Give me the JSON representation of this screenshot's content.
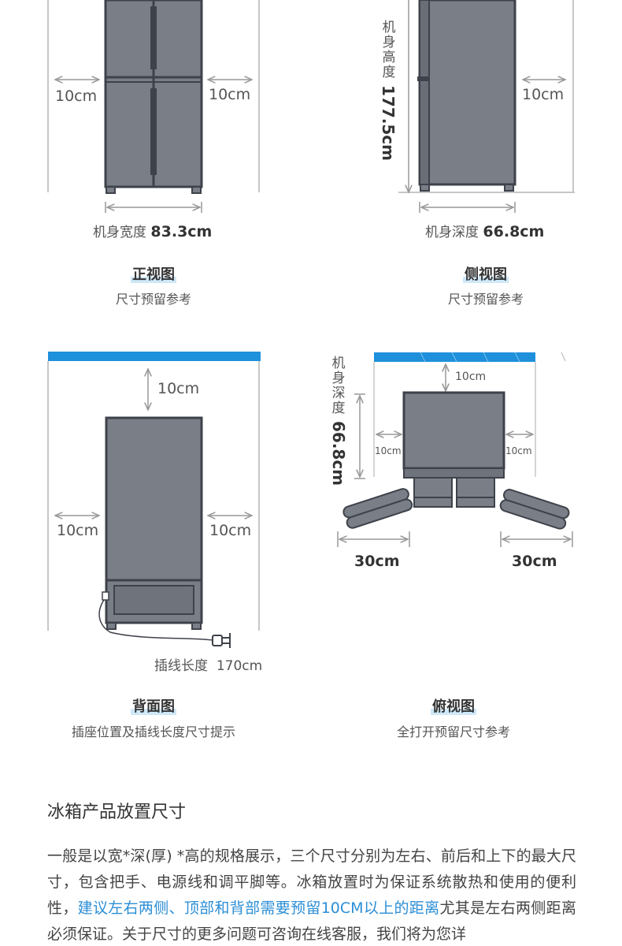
{
  "front_view": {
    "left_gap": "10cm",
    "right_gap": "10cm",
    "width_label": "机身宽度",
    "width_value": "83.3cm",
    "title": "正视图",
    "subtitle": "尺寸预留参考"
  },
  "side_view": {
    "height_label": "机身高度",
    "height_value": "177.5cm",
    "right_gap": "10cm",
    "depth_label": "机身深度",
    "depth_value": "66.8cm",
    "title": "侧视图",
    "subtitle": "尺寸预留参考"
  },
  "back_view": {
    "top_gap": "10cm",
    "left_gap": "10cm",
    "right_gap": "10cm",
    "cord_label": "插线长度",
    "cord_value": "170cm",
    "title": "背面图",
    "subtitle": "插座位置及插线长度尺寸提示"
  },
  "top_view": {
    "depth_label": "机身深度",
    "depth_value": "66.8cm",
    "top_gap": "10cm",
    "left_gap": "10cm",
    "right_gap": "10cm",
    "left_door": "30cm",
    "right_door": "30cm",
    "title": "俯视图",
    "subtitle": "全打开预留尺寸参考"
  },
  "section": {
    "title": "冰箱产品放置尺寸",
    "para_part1": "一般是以宽*深(厚) *高的规格展示，三个尺寸分别为左右、前后和上下的最大尺寸，包含把手、电源线和调平脚等。冰箱放置时为保证系统散热和使用的便利性，",
    "para_highlight": "建议左右两侧、顶部和背部需要预留10CM以上的距离",
    "para_part2": "尤其是左右两侧距离必须保证。关于尺寸的更多问题可咨询在线客服，我们将为您详"
  },
  "colors": {
    "fridge_fill": "#7a7f87",
    "fridge_stroke": "#3e424a",
    "wall_gray": "#c7c7c7",
    "accent_blue": "#1e90dc",
    "highlight_text": "#2b8ed6"
  }
}
